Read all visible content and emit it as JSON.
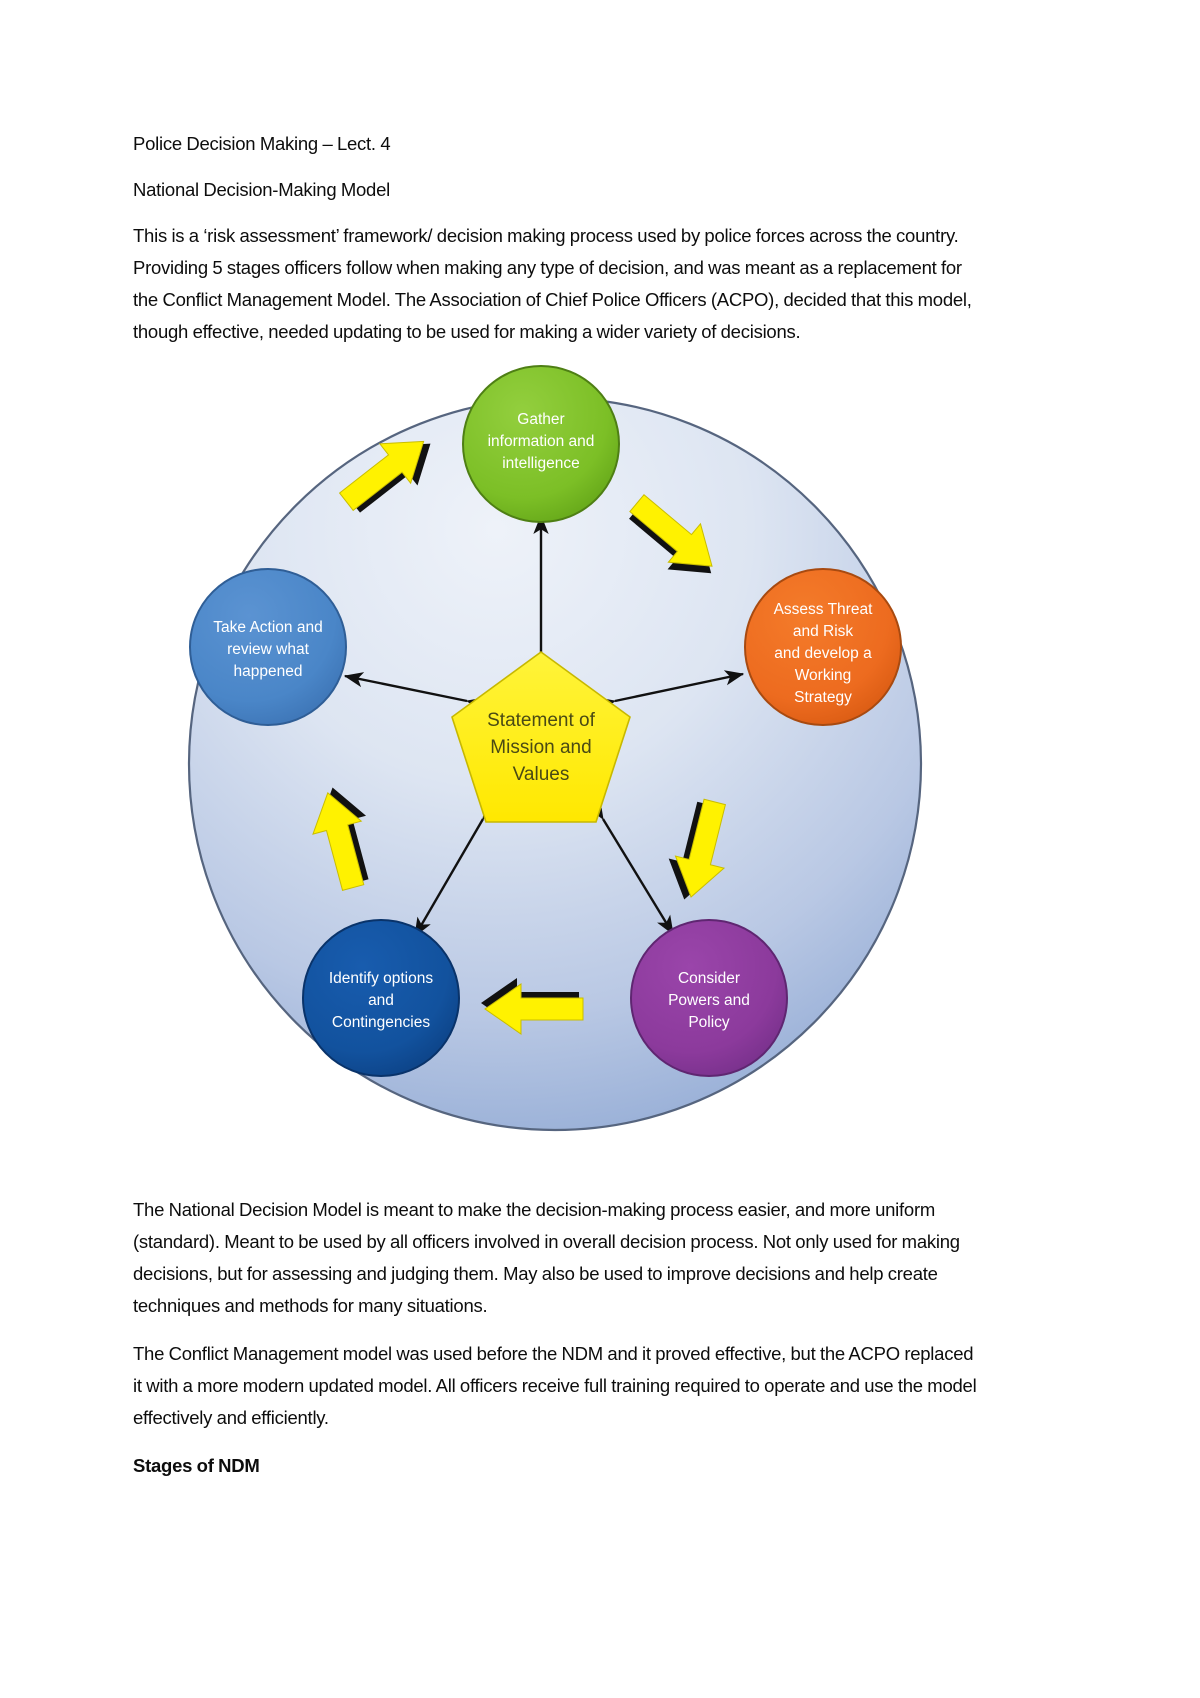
{
  "document": {
    "heading": "Police Decision Making – Lect. 4",
    "subheading": "National Decision-Making Model",
    "intro_paragraph": "This is a ‘risk assessment’ framework/ decision making process used by police forces across the country. Providing 5 stages officers follow when making any type of decision, and was meant as a replacement for the Conflict Management Model. The Association of Chief Police Officers (ACPO), decided that this model, though effective, needed updating to be used for making a wider variety of decisions.",
    "paragraph_after_diagram": "The National Decision Model is meant to make the decision-making process easier, and more uniform (standard). Meant to be used by all officers involved in overall decision process. Not only used for making decisions, but for assessing and judging them. May also be used to improve decisions and help create techniques and methods for many situations.",
    "paragraph_conflict_model": "The Conflict Management model was used before the NDM and it proved effective, but the ACPO replaced it with a more modern updated model. All officers receive full training required to operate and use the model effectively and efficiently.",
    "stages_heading": "Stages of NDM"
  },
  "diagram": {
    "center": {
      "label_line1": "Statement of",
      "label_line2": "Mission and",
      "label_line3": "Values",
      "color": "#FFF200"
    },
    "nodes": [
      {
        "id": "gather",
        "color": "#76BC21",
        "lines": [
          "Gather",
          "information and",
          "intelligence"
        ]
      },
      {
        "id": "assess",
        "color": "#ED6B1F",
        "lines": [
          "Assess Threat",
          "and Risk",
          "and develop a",
          "Working",
          "Strategy"
        ]
      },
      {
        "id": "powers",
        "color": "#8E3A9E",
        "lines": [
          "Consider",
          "Powers and",
          "Policy"
        ]
      },
      {
        "id": "options",
        "color": "#12529E",
        "lines": [
          "Identify options",
          "and",
          "Contingencies"
        ]
      },
      {
        "id": "action",
        "color": "#4A86C8",
        "lines": [
          "Take Action and",
          "review what",
          "happened"
        ]
      }
    ],
    "background": {
      "outer_circle_top_color": "#E9EEF7",
      "outer_circle_bottom_color": "#8FA8D4",
      "outline_color": "#4A5A75"
    },
    "flow_arrow_color": "#FFF200",
    "spoke_arrow_color": "#111111"
  }
}
